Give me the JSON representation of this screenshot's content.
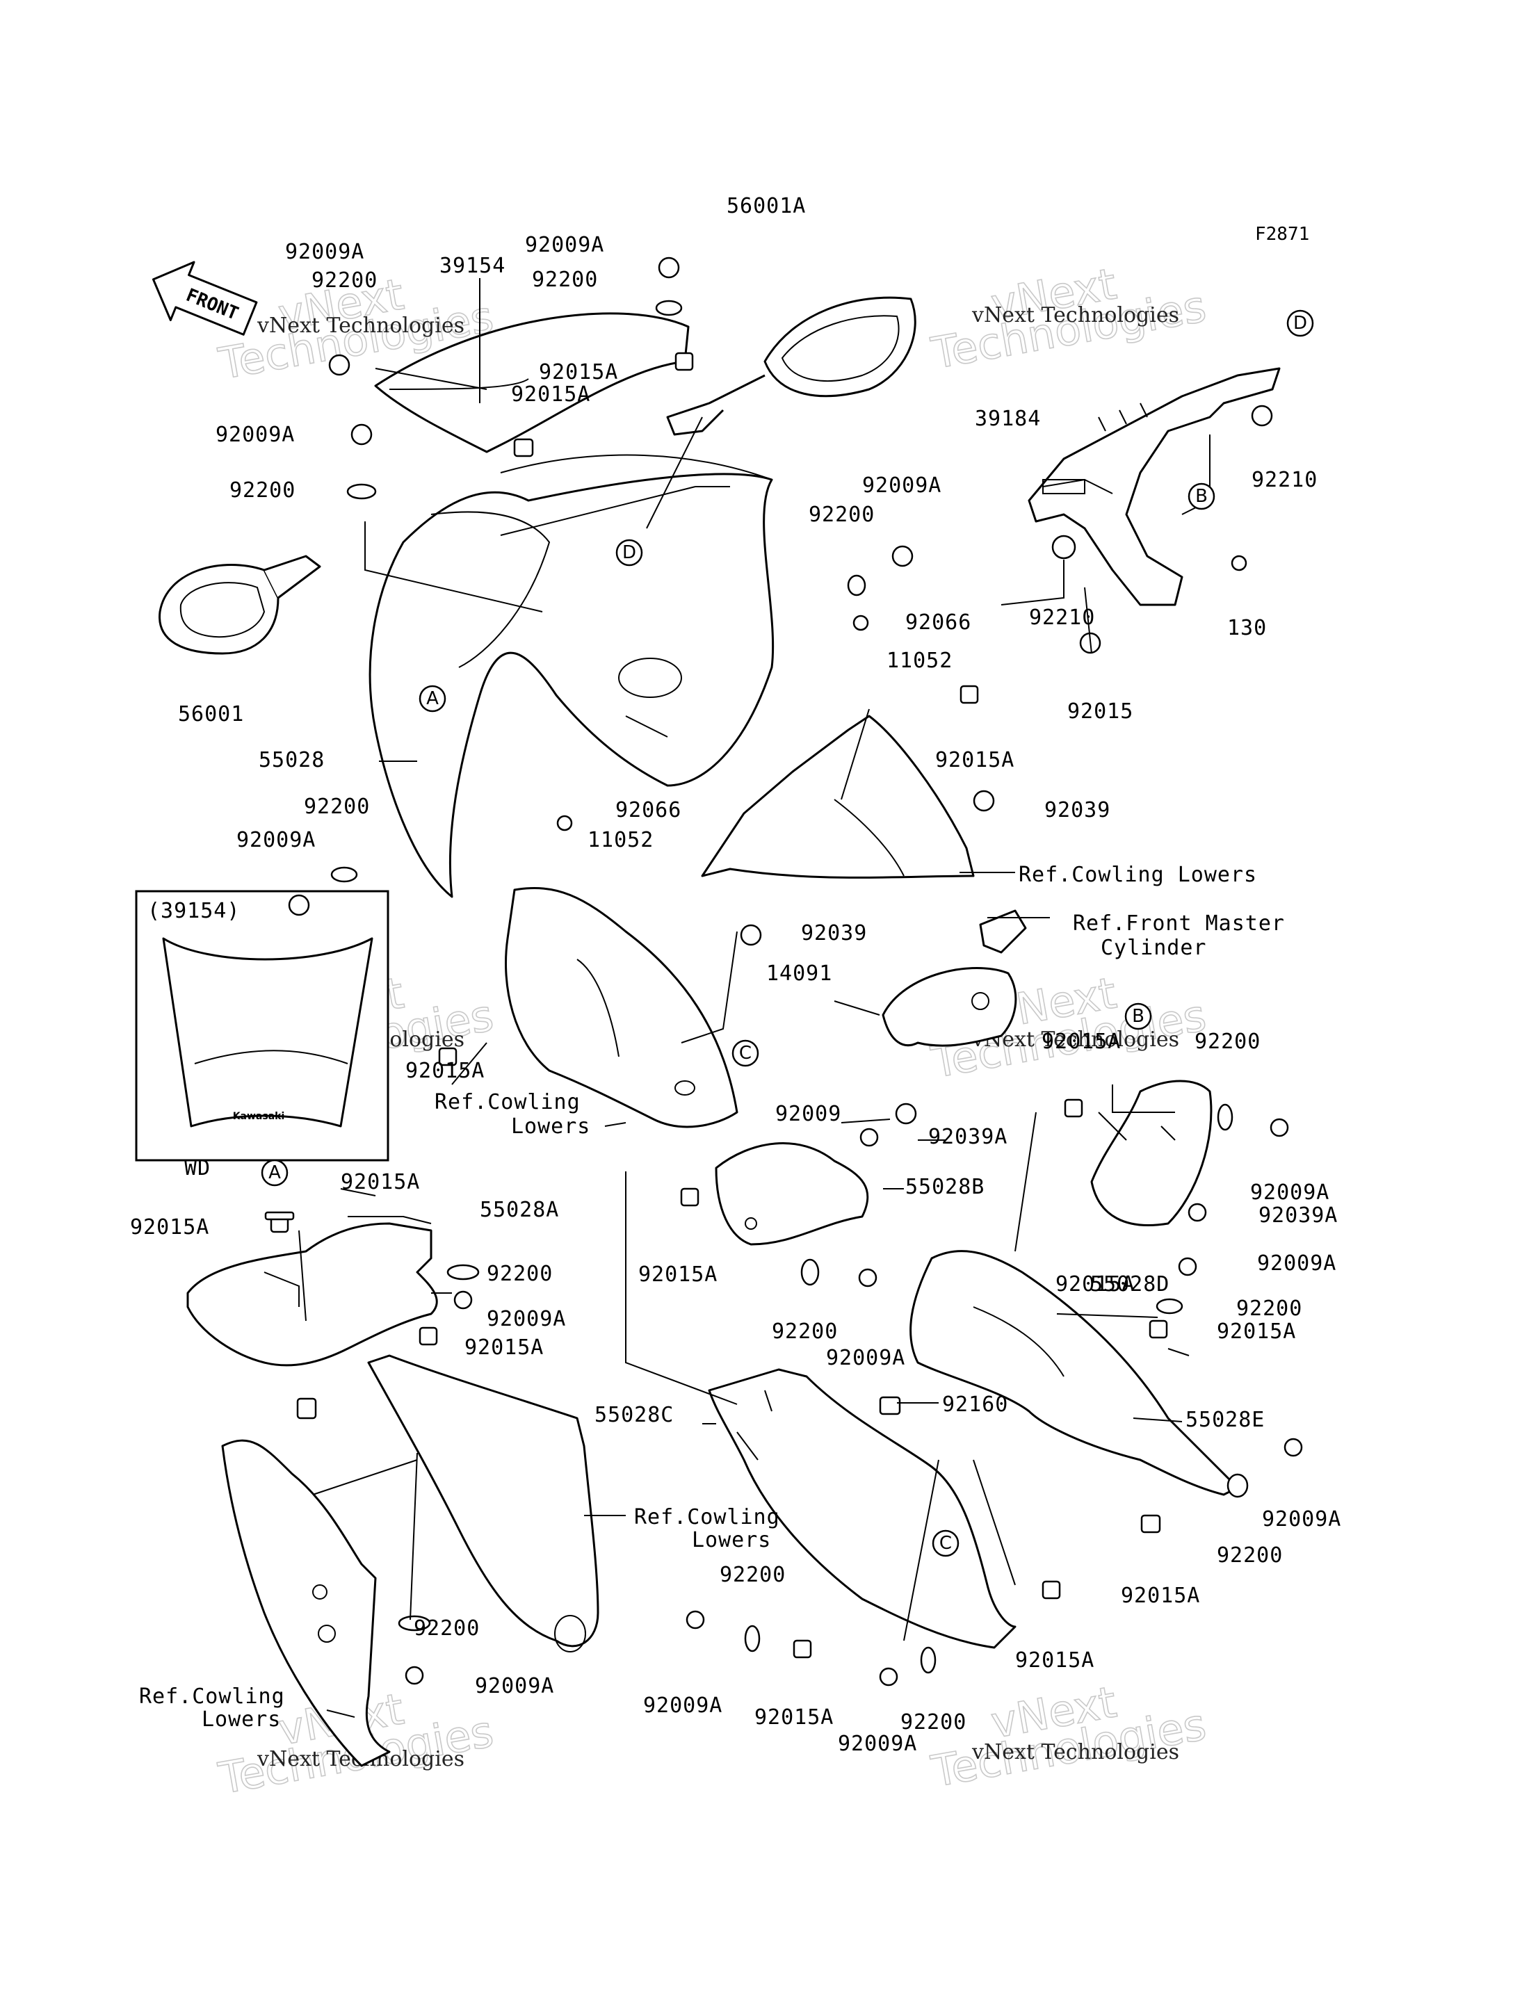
{
  "figure_code": "F2871",
  "direction_arrow": "FRONT",
  "inset": {
    "title": "(39154)"
  },
  "variant_label": "WD",
  "watermark": {
    "line1": "vNext",
    "line2": "Technologies",
    "caption": "vNext Technologies"
  },
  "callout_letters": {
    "a": "A",
    "b": "B",
    "c": "C",
    "d": "D"
  },
  "labels": {
    "l01": "92009A",
    "l02": "92200",
    "l03": "39154",
    "l04": "92009A",
    "l05": "92200",
    "l06": "56001A",
    "l07": "92015A",
    "l08": "92015A",
    "l09": "92009A",
    "l10": "92200",
    "l11": "56001",
    "l12": "55028",
    "l13": "92200",
    "l14": "92009A",
    "l15": "92066",
    "l16": "11052",
    "l17": "92009A",
    "l18": "92200",
    "l19": "92066",
    "l20": "11052",
    "l21": "92015A",
    "l22": "92039",
    "l23": "Ref.Cowling Lowers",
    "l24": "39184",
    "l25": "92210",
    "l26": "92210",
    "l27": "130",
    "l28": "92015",
    "l29": "Ref.Front Master",
    "l30": "Cylinder",
    "l31": "92039",
    "l32": "14091",
    "l33": "92015A",
    "l34": "Ref.Cowling",
    "l35": "Lowers",
    "l36": "92015A",
    "l37": "92200",
    "l38": "92009",
    "l39": "92039A",
    "l40": "92009A",
    "l41": "92039A",
    "l42": "55028B",
    "l43": "92015A",
    "l44": "55028D",
    "l45": "92009A",
    "l46": "92200",
    "l47": "92009A",
    "l48": "92200",
    "l49": "92015A",
    "l50": "92015A",
    "l51": "92015A",
    "l52": "55028A",
    "l53": "92200",
    "l54": "92009A",
    "l55": "92015A",
    "l56": "92015A",
    "l57": "55028C",
    "l58": "92160",
    "l59": "55028E",
    "l60": "Ref.Cowling",
    "l61": "Lowers",
    "l62": "92009A",
    "l63": "92200",
    "l64": "92200",
    "l65": "92015A",
    "l66": "92015A",
    "l67": "92200",
    "l68": "92009A",
    "l69": "92200",
    "l70": "Ref.Cowling",
    "l71": "Lowers",
    "l72": "92009A",
    "l73": "92015A",
    "l74": "92009A",
    "l75": "92200"
  }
}
